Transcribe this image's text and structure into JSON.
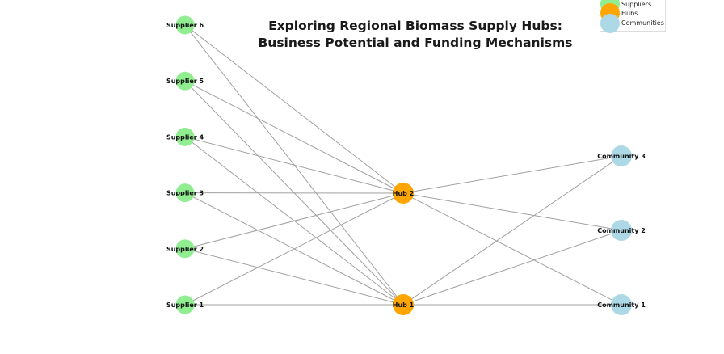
{
  "title": "Exploring Regional Biomass Supply Hubs: Business Potential and Funding Mechanisms",
  "legend": [
    {
      "label": "Suppliers",
      "color": "#90ee90"
    },
    {
      "label": "Hubs",
      "color": "#ffa500"
    },
    {
      "label": "Communities",
      "color": "#add8e6"
    }
  ],
  "nodes": [
    {
      "id": "Supplier 1",
      "group": "supplier",
      "color": "#90ee90"
    },
    {
      "id": "Supplier 2",
      "group": "supplier",
      "color": "#90ee90"
    },
    {
      "id": "Supplier 3",
      "group": "supplier",
      "color": "#90ee90"
    },
    {
      "id": "Supplier 4",
      "group": "supplier",
      "color": "#90ee90"
    },
    {
      "id": "Supplier 5",
      "group": "supplier",
      "color": "#90ee90"
    },
    {
      "id": "Supplier 6",
      "group": "supplier",
      "color": "#90ee90"
    },
    {
      "id": "Hub 1",
      "group": "hub",
      "color": "#ffa500"
    },
    {
      "id": "Hub 2",
      "group": "hub",
      "color": "#ffa500"
    },
    {
      "id": "Community 1",
      "group": "community",
      "color": "#add8e6"
    },
    {
      "id": "Community 2",
      "group": "community",
      "color": "#add8e6"
    },
    {
      "id": "Community 3",
      "group": "community",
      "color": "#add8e6"
    }
  ],
  "edges": [
    [
      "Supplier 1",
      "Hub 1"
    ],
    [
      "Supplier 1",
      "Hub 2"
    ],
    [
      "Supplier 2",
      "Hub 1"
    ],
    [
      "Supplier 2",
      "Hub 2"
    ],
    [
      "Supplier 3",
      "Hub 1"
    ],
    [
      "Supplier 3",
      "Hub 2"
    ],
    [
      "Supplier 4",
      "Hub 1"
    ],
    [
      "Supplier 4",
      "Hub 2"
    ],
    [
      "Supplier 5",
      "Hub 1"
    ],
    [
      "Supplier 5",
      "Hub 2"
    ],
    [
      "Supplier 6",
      "Hub 1"
    ],
    [
      "Supplier 6",
      "Hub 2"
    ],
    [
      "Hub 1",
      "Community 1"
    ],
    [
      "Hub 1",
      "Community 2"
    ],
    [
      "Hub 1",
      "Community 3"
    ],
    [
      "Hub 2",
      "Community 1"
    ],
    [
      "Hub 2",
      "Community 2"
    ],
    [
      "Hub 2",
      "Community 3"
    ]
  ],
  "edge_color": "#a0a0a0"
}
